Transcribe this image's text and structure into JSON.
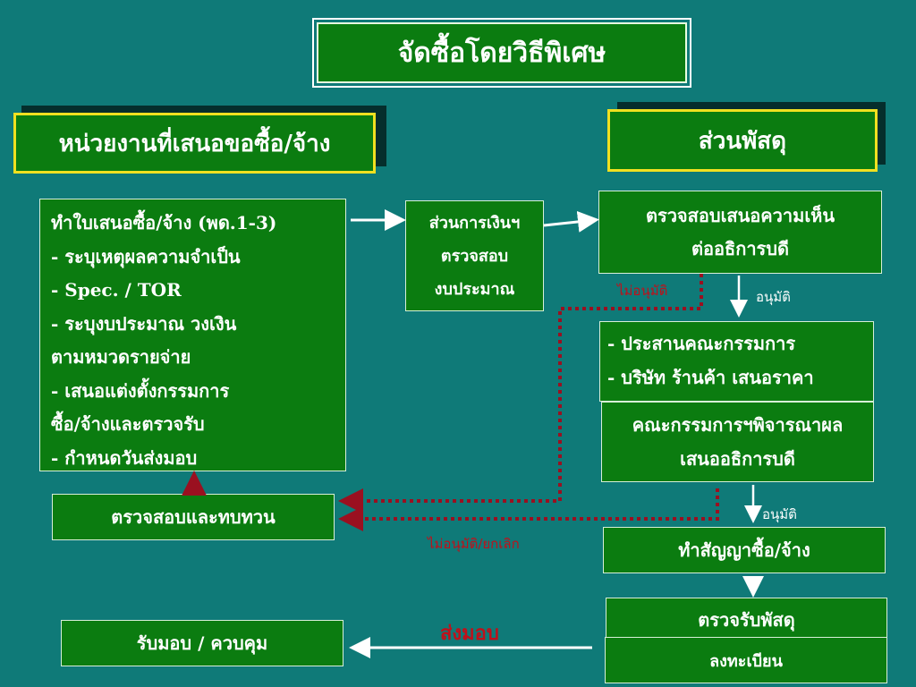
{
  "title": "จัดซื้อโดยวิธีพิเศษ",
  "headers": {
    "left": "หน่วยงานที่เสนอขอซื้อ/จ้าง",
    "right": "ส่วนพัสดุ"
  },
  "request_box": {
    "lines": [
      "ทำใบเสนอซื้อ/จ้าง (พด.1-3)",
      " -  ระบุเหตุผลความจำเป็น",
      " -  Spec. / TOR",
      " -  ระบุงบประมาณ วงเงิน",
      "ตามหมวดรายจ่าย",
      "- เสนอแต่งตั้งกรรมการ",
      "ซื้อ/จ้างและตรวจรับ",
      "- กำหนดวันส่งมอบ"
    ]
  },
  "finance_box": {
    "lines": [
      "ส่วนการเงินฯ",
      "ตรวจสอบ",
      "งบประมาณ"
    ]
  },
  "review_opinion_box": {
    "lines": [
      "ตรวจสอบเสนอความเห็น",
      "ต่ออธิการบดี"
    ]
  },
  "coordinate_box": {
    "lines": [
      "-  ประสานคณะกรรมการ",
      "- บริษัท ร้านค้า เสนอราคา"
    ]
  },
  "committee_box": {
    "lines": [
      "คณะกรรมการฯพิจารณาผล",
      "เสนออธิการบดี"
    ]
  },
  "contract_box": {
    "label": "ทำสัญญาซื้อ/จ้าง"
  },
  "inspect_goods_box": {
    "label": "ตรวจรับพัสดุ"
  },
  "register_box": {
    "label": "ลงทะเบียน"
  },
  "check_review_box": {
    "label": "ตรวจสอบและทบทวน"
  },
  "receive_control_box": {
    "label": "รับมอบ / ควบคุม"
  },
  "labels": {
    "not_approved": "ไม่อนุมัติ",
    "approved_1": "อนุมัติ",
    "approved_2": "อนุมัติ",
    "not_approved_cancel": "ไม่อนุมัติ/ยกเลิก",
    "deliver": "ส่งมอบ"
  },
  "colors": {
    "background": "#0f7a78",
    "box_fill": "#0b7c10",
    "header_border": "#f0e020",
    "dotted_arrow": "#9a1020",
    "arrow": "#ffffff"
  }
}
